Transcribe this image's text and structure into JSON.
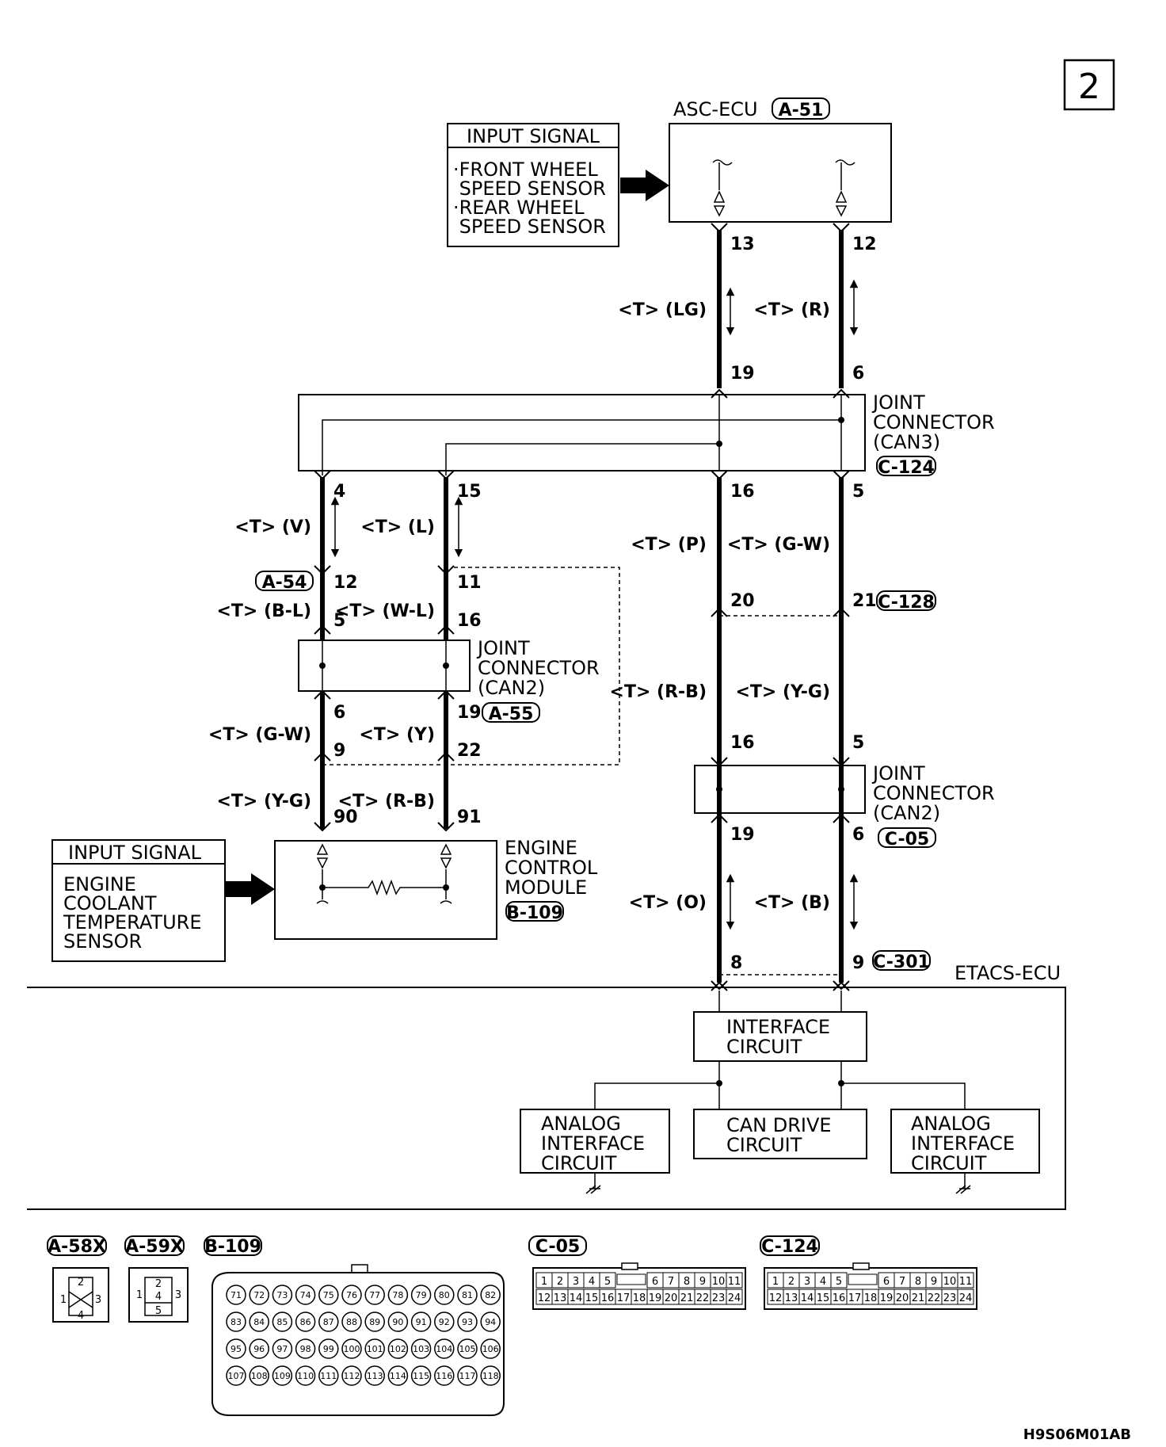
{
  "page_number": "2",
  "asc_ecu": {
    "name": "ASC-ECU",
    "connector": "A-51"
  },
  "input_signal_top": {
    "title": "INPUT SIGNAL",
    "lines": [
      "·FRONT WHEEL",
      " SPEED SENSOR",
      "·REAR WHEEL",
      " SPEED SENSOR"
    ]
  },
  "joint_can3": {
    "lines": [
      "JOINT",
      "CONNECTOR",
      "(CAN3)"
    ],
    "connector": "C-124"
  },
  "joint_can2_a55": {
    "lines": [
      "JOINT",
      "CONNECTOR",
      "(CAN2)"
    ],
    "connector": "A-55"
  },
  "joint_can2_c05": {
    "lines": [
      "JOINT",
      "CONNECTOR",
      "(CAN2)"
    ],
    "connector": "C-05"
  },
  "ecm": {
    "lines": [
      "ENGINE",
      "CONTROL",
      "MODULE"
    ],
    "connector": "B-109"
  },
  "input_signal_bottom": {
    "title": "INPUT SIGNAL",
    "lines": [
      "ENGINE",
      "COOLANT",
      "TEMPERATURE",
      "SENSOR"
    ]
  },
  "etacs": {
    "name": "ETACS-ECU",
    "connector": "C-301"
  },
  "interface_circuit": {
    "lines": [
      "INTERFACE",
      "CIRCUIT"
    ]
  },
  "can_drive_circuit": {
    "lines": [
      "CAN DRIVE",
      "CIRCUIT"
    ]
  },
  "analog_left": {
    "lines": [
      "ANALOG",
      "INTERFACE",
      "CIRCUIT"
    ]
  },
  "analog_right": {
    "lines": [
      "ANALOG",
      "INTERFACE",
      "CIRCUIT"
    ]
  },
  "connector_a54": "A-54",
  "connector_c128": "C-128",
  "pins": {
    "asc_13": "13",
    "asc_12": "12",
    "can3_19": "19",
    "can3_6": "6",
    "can3_4": "4",
    "can3_15": "15",
    "can3_16": "16",
    "can3_5": "5",
    "a54_12": "12",
    "a54_11": "11",
    "a55_5": "5",
    "a55_16": "16",
    "a55_6": "6",
    "a55_19": "19",
    "a55_9": "9",
    "a55_22": "22",
    "ecm_90": "90",
    "ecm_91": "91",
    "c128_20": "20",
    "c128_21": "21",
    "c05_16": "16",
    "c05_5": "5",
    "c05_19": "19",
    "c05_6": "6",
    "c301_8": "8",
    "c301_9": "9"
  },
  "wires": {
    "lg": "<T> (LG)",
    "r": "<T> (R)",
    "v": "<T> (V)",
    "l": "<T> (L)",
    "p": "<T> (P)",
    "gw_right": "<T> (G-W)",
    "bl": "<T> (B-L)",
    "wl": "<T> (W-L)",
    "rb_right": "<T> (R-B)",
    "yg_right": "<T> (Y-G)",
    "gw_left": "<T> (G-W)",
    "y": "<T> (Y)",
    "yg_left": "<T> (Y-G)",
    "rb_left": "<T> (R-B)",
    "o": "<T> (O)",
    "b": "<T> (B)"
  },
  "legend": {
    "a58x": {
      "label": "A-58X",
      "pins": [
        "1",
        "2",
        "3",
        "4"
      ]
    },
    "a59x": {
      "label": "A-59X",
      "pins": [
        "1",
        "2",
        "3",
        "4",
        "5"
      ]
    },
    "b109": {
      "label": "B-109",
      "rows": [
        [
          "71",
          "72",
          "73",
          "74",
          "75",
          "76",
          "77",
          "78",
          "79",
          "80",
          "81",
          "82"
        ],
        [
          "83",
          "84",
          "85",
          "86",
          "87",
          "88",
          "89",
          "90",
          "91",
          "92",
          "93",
          "94"
        ],
        [
          "95",
          "96",
          "97",
          "98",
          "99",
          "100",
          "101",
          "102",
          "103",
          "104",
          "105",
          "106"
        ],
        [
          "107",
          "108",
          "109",
          "110",
          "111",
          "112",
          "113",
          "114",
          "115",
          "116",
          "117",
          "118"
        ]
      ]
    },
    "c05": {
      "label": "C-05",
      "top": [
        "1",
        "2",
        "3",
        "4",
        "5",
        "",
        "6",
        "7",
        "8",
        "9",
        "10",
        "11"
      ],
      "bottom": [
        "12",
        "13",
        "14",
        "15",
        "16",
        "17",
        "18",
        "19",
        "20",
        "21",
        "22",
        "23",
        "24"
      ]
    },
    "c124": {
      "label": "C-124",
      "top": [
        "1",
        "2",
        "3",
        "4",
        "5",
        "",
        "6",
        "7",
        "8",
        "9",
        "10",
        "11"
      ],
      "bottom": [
        "12",
        "13",
        "14",
        "15",
        "16",
        "17",
        "18",
        "19",
        "20",
        "21",
        "22",
        "23",
        "24"
      ]
    }
  },
  "footer_code": "H9S06M01AB"
}
